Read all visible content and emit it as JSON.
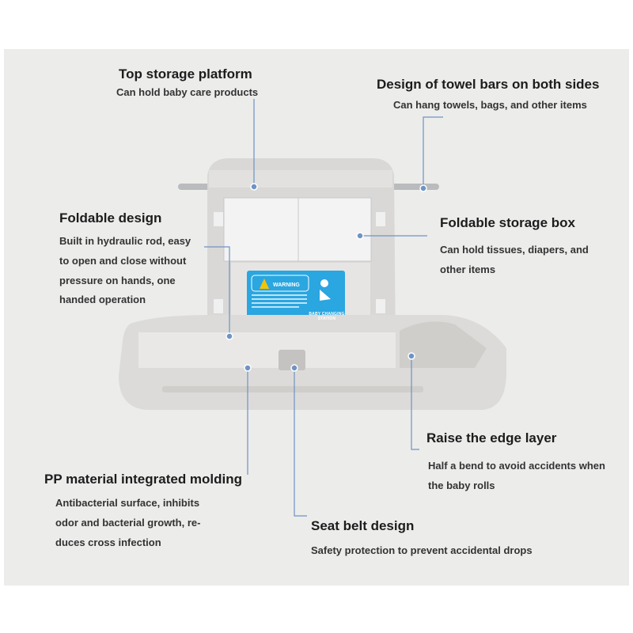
{
  "callouts": [
    {
      "title": "Top storage platform",
      "desc": [
        "Can hold baby care products"
      ]
    },
    {
      "title": "Design of towel bars on both sides",
      "desc": [
        "Can hang towels, bags, and other items"
      ]
    },
    {
      "title": "Foldable design",
      "desc": [
        "Built in hydraulic rod, easy",
        "to open and close without",
        "pressure on hands, one",
        "handed operation"
      ]
    },
    {
      "title": "Foldable storage box",
      "desc": [
        "Can hold tissues, diapers, and",
        "other items"
      ]
    },
    {
      "title": "Raise the edge layer",
      "desc": [
        "Half a bend to avoid accidents when",
        "the baby rolls"
      ]
    },
    {
      "title": "PP material integrated molding",
      "desc": [
        "Antibacterial surface, inhibits",
        "odor and bacterial growth, re-",
        "duces cross infection"
      ]
    },
    {
      "title": "Seat belt design",
      "desc": [
        "Safety protection to prevent accidental drops"
      ]
    }
  ],
  "label": {
    "warning": "WARNING",
    "station": "BABY CHANGING STATION"
  },
  "colors": {
    "leader": "#6f93c4",
    "panel": "#2aa6e0"
  }
}
